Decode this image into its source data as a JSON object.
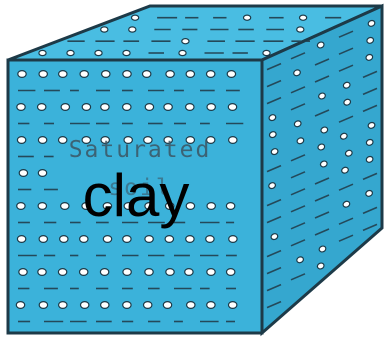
{
  "diagram": {
    "front_label_line1": "Saturated",
    "front_label_line2": "soil",
    "overlay_label": "clay",
    "colors": {
      "front_face": "#3bb2da",
      "top_face": "#49bde2",
      "side_face": "#35a7cf",
      "outline": "#1d3a48",
      "pore": "#ffffff",
      "water_line": "#24495a"
    }
  }
}
